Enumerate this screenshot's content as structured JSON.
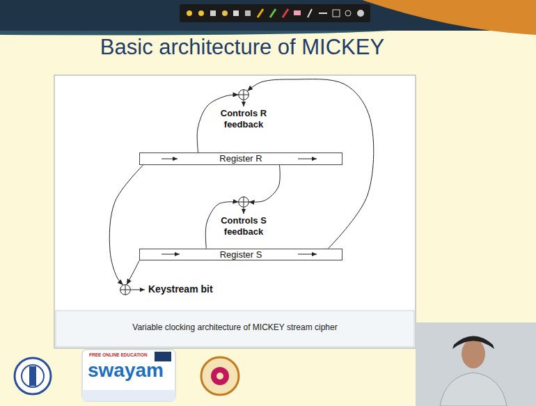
{
  "diagram": {
    "title": "Basic architecture of MICKEY",
    "caption": "Variable clocking architecture of MICKEY stream cipher",
    "nodes": [
      {
        "text": [
          "Register R"
        ]
      },
      {
        "text": [
          "Register S"
        ]
      },
      {
        "text": [
          "Controls R feedback"
        ]
      },
      {
        "text": [
          "Controls S feedback"
        ]
      },
      {
        "text": [
          "Keystream bit"
        ]
      }
    ],
    "edges": [
      {
        "from": 0,
        "to": 2,
        "arrow": "to"
      },
      {
        "from": 1,
        "to": 2,
        "arrow": "to"
      },
      {
        "from": 0,
        "to": 3,
        "arrow": "to"
      },
      {
        "from": 1,
        "to": 3,
        "arrow": "to"
      },
      {
        "from": 0,
        "to": 4,
        "arrow": "to"
      },
      {
        "from": 1,
        "to": 4,
        "arrow": "to"
      }
    ],
    "labels": [
      "FREE ONLINE EDUCATION",
      "swayam"
    ]
  }
}
